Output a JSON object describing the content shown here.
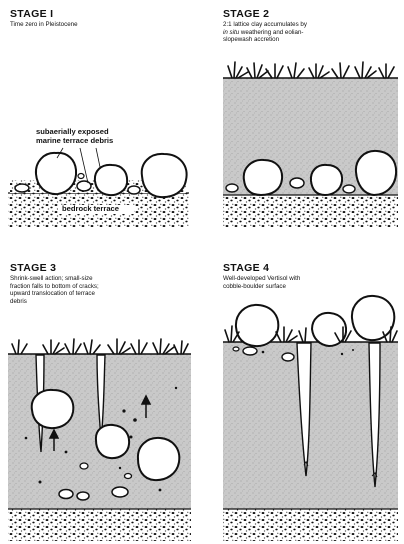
{
  "stage1": {
    "title": "STAGE I",
    "caption": "Time zero in Pleistocene",
    "label_debris_1": "subaerially exposed",
    "label_debris_2": "marine terrace debris",
    "label_bedrock": "bedrock terrace"
  },
  "stage2": {
    "title": "STAGE 2",
    "caption_1": "2:1 lattice clay accumulates by",
    "caption_2_italic": "in situ",
    "caption_2_rest": " weathering and eolian-",
    "caption_3": "slopewash accretion"
  },
  "stage3": {
    "title": "STAGE 3",
    "caption_1": "Shrink-swell action; small-size",
    "caption_2": "fraction falls to bottom of cracks;",
    "caption_3": "upward translocation of terrace",
    "caption_4": "debris"
  },
  "stage4": {
    "title": "STAGE 4",
    "caption_1": "Well-developed Vertisol with",
    "caption_2": "cobble-boulder surface"
  },
  "colors": {
    "ink": "#111111",
    "soil": "#c9c9c9",
    "rock": "#ffffff"
  }
}
